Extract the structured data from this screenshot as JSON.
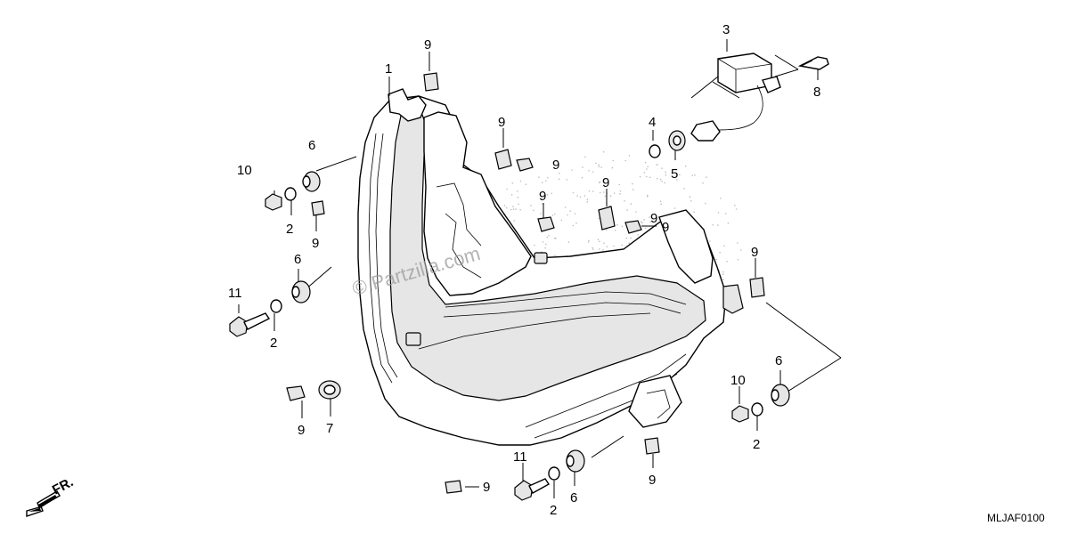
{
  "callouts": [
    {
      "id": "c1",
      "label": "1"
    },
    {
      "id": "c3",
      "label": "3"
    },
    {
      "id": "c9a",
      "label": "9"
    },
    {
      "id": "c8",
      "label": "8"
    },
    {
      "id": "c4",
      "label": "4"
    },
    {
      "id": "c5",
      "label": "5"
    },
    {
      "id": "c9b",
      "label": "9"
    },
    {
      "id": "c9c",
      "label": "9"
    },
    {
      "id": "c6a",
      "label": "6"
    },
    {
      "id": "c10a",
      "label": "10"
    },
    {
      "id": "c2a",
      "label": "2"
    },
    {
      "id": "c9d",
      "label": "9"
    },
    {
      "id": "c9e",
      "label": "9"
    },
    {
      "id": "c9f",
      "label": "9"
    },
    {
      "id": "c9g",
      "label": "9"
    },
    {
      "id": "c6b",
      "label": "6"
    },
    {
      "id": "c11a",
      "label": "11"
    },
    {
      "id": "c2b",
      "label": "2"
    },
    {
      "id": "c9h",
      "label": "9"
    },
    {
      "id": "c6c",
      "label": "6"
    },
    {
      "id": "c10b",
      "label": "10"
    },
    {
      "id": "c2c",
      "label": "2"
    },
    {
      "id": "c9i",
      "label": "9"
    },
    {
      "id": "c7",
      "label": "7"
    },
    {
      "id": "c9j",
      "label": "9"
    },
    {
      "id": "c11b",
      "label": "11"
    },
    {
      "id": "c9k",
      "label": "9"
    },
    {
      "id": "c2d",
      "label": "2"
    },
    {
      "id": "c6d",
      "label": "6"
    },
    {
      "id": "c9l",
      "label": "9"
    }
  ],
  "front_indicator": "FR.",
  "diagram_code": "MLJAF0100",
  "watermark": "© Partzilla.com"
}
